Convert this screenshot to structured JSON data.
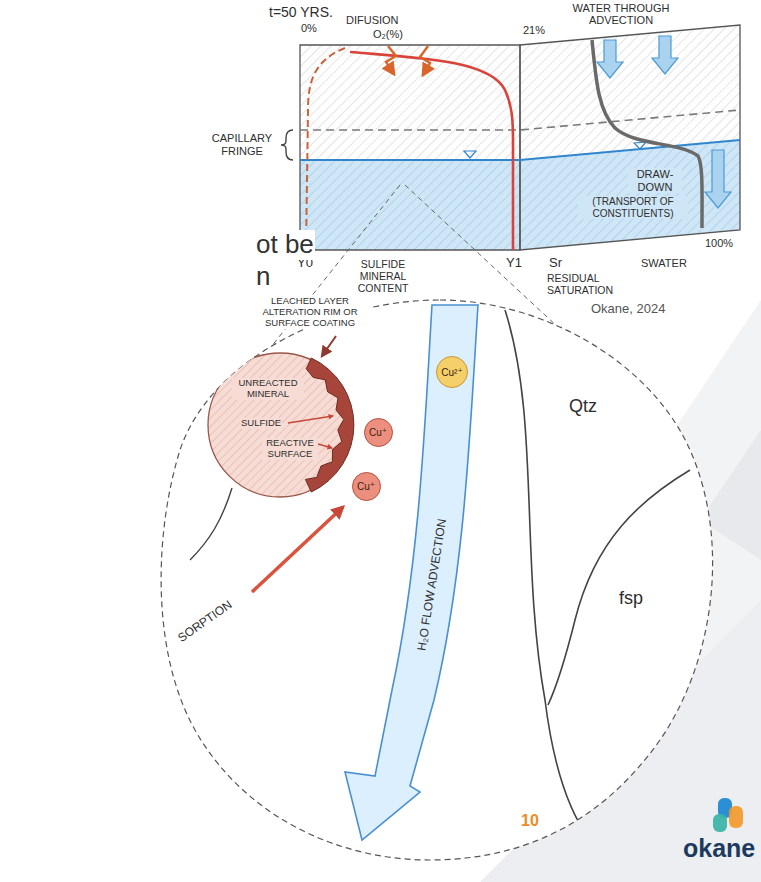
{
  "diagram": {
    "nodes": [
      {
        "text": [
          "Cu²⁺"
        ]
      },
      {
        "text": [
          "Cu⁺"
        ]
      },
      {
        "text": [
          "Cu⁺"
        ]
      }
    ],
    "labels": [
      "t=50 YRS.",
      "0%",
      "DIFUSION",
      "O₂(%)",
      "21%",
      "WATER THROUGH ADVECTION",
      "CAPILLARY FRINGE",
      "DRAW- DOWN",
      "(TRANSPORT OF CONSTITUENTS)",
      "100%",
      "Y0",
      "SULFIDE MINERAL CONTENT",
      "Y1",
      "Sr",
      "SWATER",
      "RESIDUAL SATURATION",
      "Okane, 2024",
      "ot be",
      "n",
      "LEACHED LAYER ALTERATION RIM OR SURFACE COATING",
      "UNREACTED MINERAL",
      "SULFIDE",
      "REACTIVE SURFACE",
      "Qtz",
      "H₂O FLOW ADVECTION",
      "fsp",
      "SORPTION",
      "10",
      "okane"
    ]
  }
}
